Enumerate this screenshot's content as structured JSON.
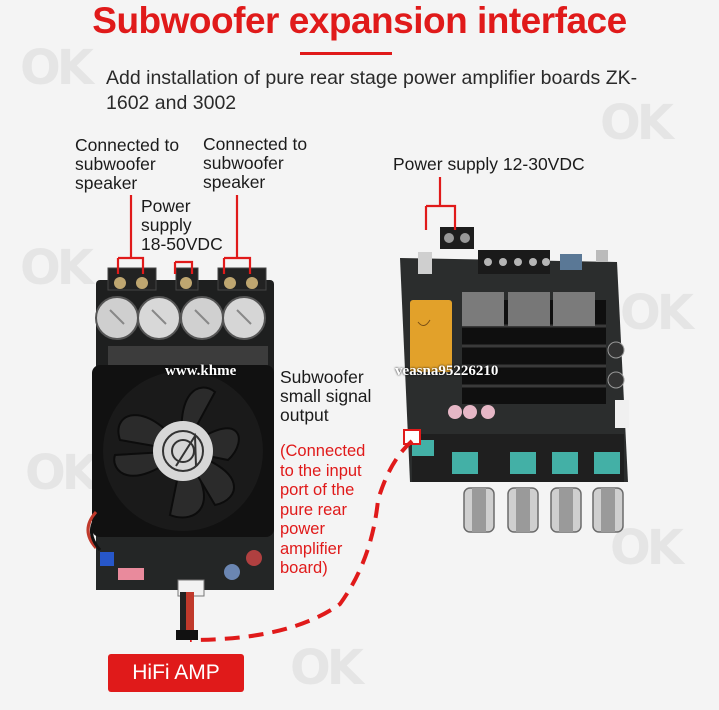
{
  "header": {
    "title": "Subwoofer expansion interface",
    "subtitle": "Add installation of pure rear stage power amplifier boards ZK-1602 and 3002"
  },
  "labels": {
    "left_speaker": "Connected to\nsubwoofer\nspeaker",
    "right_speaker": "Connected to\nsubwoofer\nspeaker",
    "power_left": "Power\nsupply\n18-50VDC",
    "power_right": "Power supply 12-30VDC",
    "subwoofer_output": "Subwoofer\nsmall signal\noutput",
    "connection_note": "(Connected\nto the input\nport of the\npure rear\npower\namplifier\nboard)"
  },
  "overlay": {
    "left": "www.khme",
    "right": "veasna95226210"
  },
  "badge": {
    "label": "HiFi AMP"
  },
  "watermark": {
    "text": "OK"
  },
  "colors": {
    "accent": "#e01a1a",
    "text": "#1b1b1b"
  }
}
